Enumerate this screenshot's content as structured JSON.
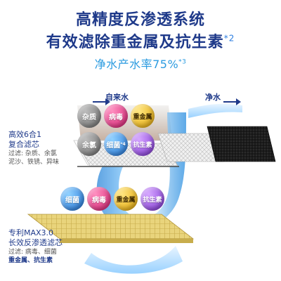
{
  "headline": {
    "line1": "高精度反渗透系统",
    "line2": "有效滤除重金属及抗生素",
    "line2_note": "*2",
    "line3": "净水产水率75%",
    "line3_note": "*3"
  },
  "flow": {
    "inlet_label": "自来水",
    "outlet_label": "净水"
  },
  "filter_top": {
    "title_line1": "高效6合1",
    "title_line2": "复合滤芯",
    "desc_line1": "过滤: 杂质、余氯",
    "desc_line2": "泥沙、铁锈、异味",
    "bubbles": [
      {
        "label": "杂质",
        "note": ""
      },
      {
        "label": "病毒",
        "note": ""
      },
      {
        "label": "重金属",
        "note": ""
      },
      {
        "label": "余氯",
        "note": ""
      },
      {
        "label": "细菌",
        "note": "*4"
      },
      {
        "label": "抗生素",
        "note": ""
      }
    ]
  },
  "filter_bottom": {
    "title_line1": "专利MAX3.0",
    "title_line2": "长效反渗透滤芯",
    "desc_line1": "过滤: 病毒、细菌",
    "desc_line2": "重金属、抗生素",
    "bubbles": [
      {
        "label": "细菌"
      },
      {
        "label": "病毒"
      },
      {
        "label": "重金属"
      },
      {
        "label": "抗生素"
      }
    ]
  },
  "colors": {
    "headline": "#1f3a8a",
    "accent": "#2b9be0",
    "rust": "#c46a3c",
    "gold_layer": "#e8d27a",
    "carbon": "#1a1a1a"
  }
}
